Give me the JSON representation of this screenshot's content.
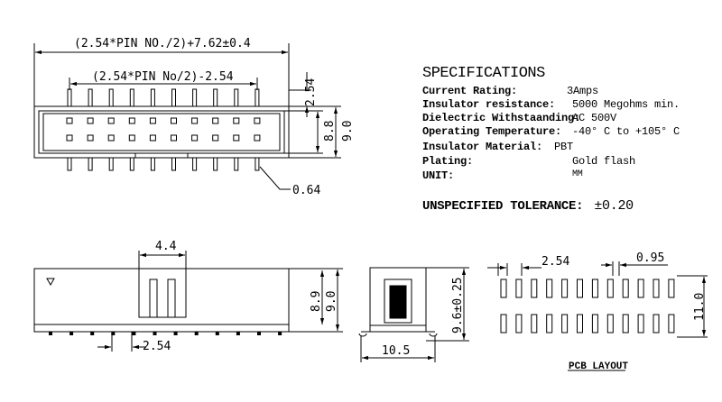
{
  "top_view": {
    "overall_width_label": "(2.54*PIN NO./2)+7.62±0.4",
    "pin_span_label": "(2.54*PIN No/2)-2.54",
    "pin_protrusion_label": "2.54",
    "inner_height_label": "8.8",
    "outer_height_label": "9.0",
    "pin_size_label": "0.64"
  },
  "specifications": {
    "title": "SPECIFICATIONS",
    "rows": [
      {
        "label": "Current Rating:",
        "value": "3Amps"
      },
      {
        "label": "Insulator resistance:",
        "value": "5000 Megohms min."
      },
      {
        "label": "Dielectric Withstaanding:",
        "value": "AC 500V"
      },
      {
        "label": "Operating Temperature:",
        "value": "-40° C to +105° C"
      },
      {
        "label": "Insulator Material:",
        "value": "PBT"
      },
      {
        "label": "Plating:",
        "value": "Gold flash"
      },
      {
        "label": "UNIT:",
        "value": "MM"
      }
    ],
    "tolerance_label": "UNSPECIFIED TOLERANCE:",
    "tolerance_value": "±0.20"
  },
  "front_view": {
    "key_width_label": "4.4",
    "inner_height_label": "8.9",
    "outer_height_label": "9.0",
    "pitch_label": "2.54"
  },
  "side_view": {
    "height_label": "9.6±0.25",
    "width_label": "10.5"
  },
  "pcb_layout": {
    "pitch_label": "2.54",
    "pad_width_label": "0.95",
    "row_span_label": "11.0",
    "caption": "PCB LAYOUT"
  }
}
